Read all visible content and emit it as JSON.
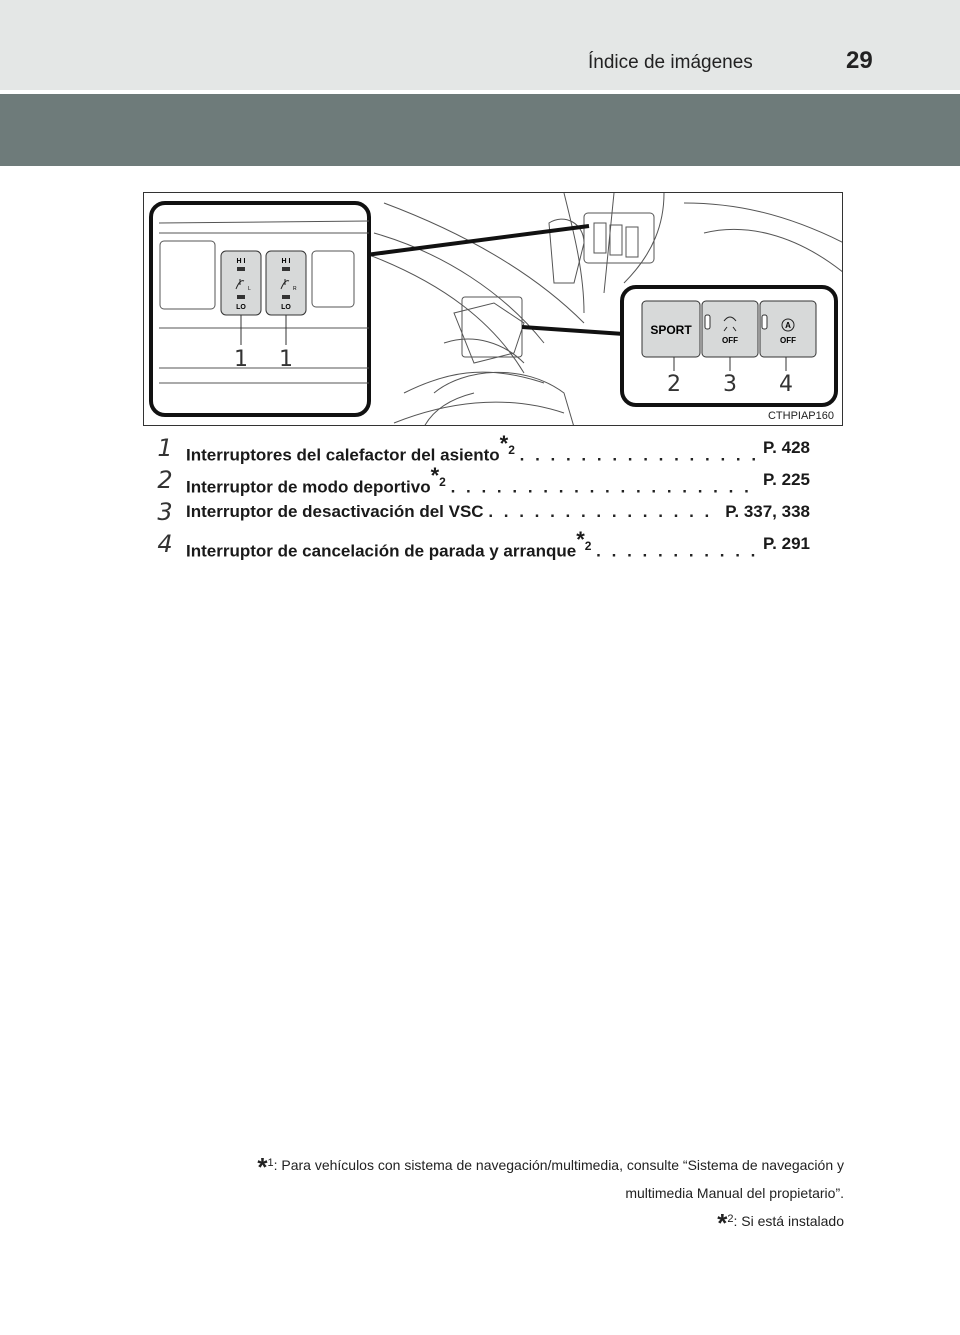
{
  "header": {
    "section_title": "Índice de imágenes",
    "page_number": "29"
  },
  "figure": {
    "id": "CTHPIAP160",
    "callouts": [
      "1",
      "1",
      "2",
      "3",
      "4"
    ],
    "seat_switch_labels": {
      "hi": "H I",
      "lo": "LO",
      "left_mark": "L",
      "right_mark": "R"
    },
    "panel_labels": {
      "sport": "SPORT",
      "off": "OFF",
      "a": "A"
    }
  },
  "entries": [
    {
      "num": "1",
      "label": "Interruptores del calefactor del asiento",
      "note": "2",
      "dots": ". . . . . . . . . . . . . . . . . . . .",
      "ref": "P. 428"
    },
    {
      "num": "2",
      "label": "Interruptor de modo deportivo",
      "note": "2",
      "dots": ". . . . . . . . . . . . . . . . . . . . . . . . . . .",
      "ref": "P. 225"
    },
    {
      "num": "3",
      "label": "Interruptor de desactivación del VSC",
      "note": "",
      "dots": ". . . . . . . . . . . . . . . . . . .",
      "ref": "P. 337, 338"
    },
    {
      "num": "4",
      "label": "Interruptor de cancelación de parada y arranque",
      "note": "2",
      "dots": ". . . . . . . . . . . .",
      "ref": "P. 291"
    }
  ],
  "footnotes": {
    "star": "*",
    "f1_sub": "1",
    "f1_text": ": Para vehículos con sistema de navegación/multimedia, consulte “Sistema de navegación y",
    "f1_text_cont": "multimedia Manual del propietario”.",
    "f2_sub": "2",
    "f2_text": ": Si está instalado"
  }
}
